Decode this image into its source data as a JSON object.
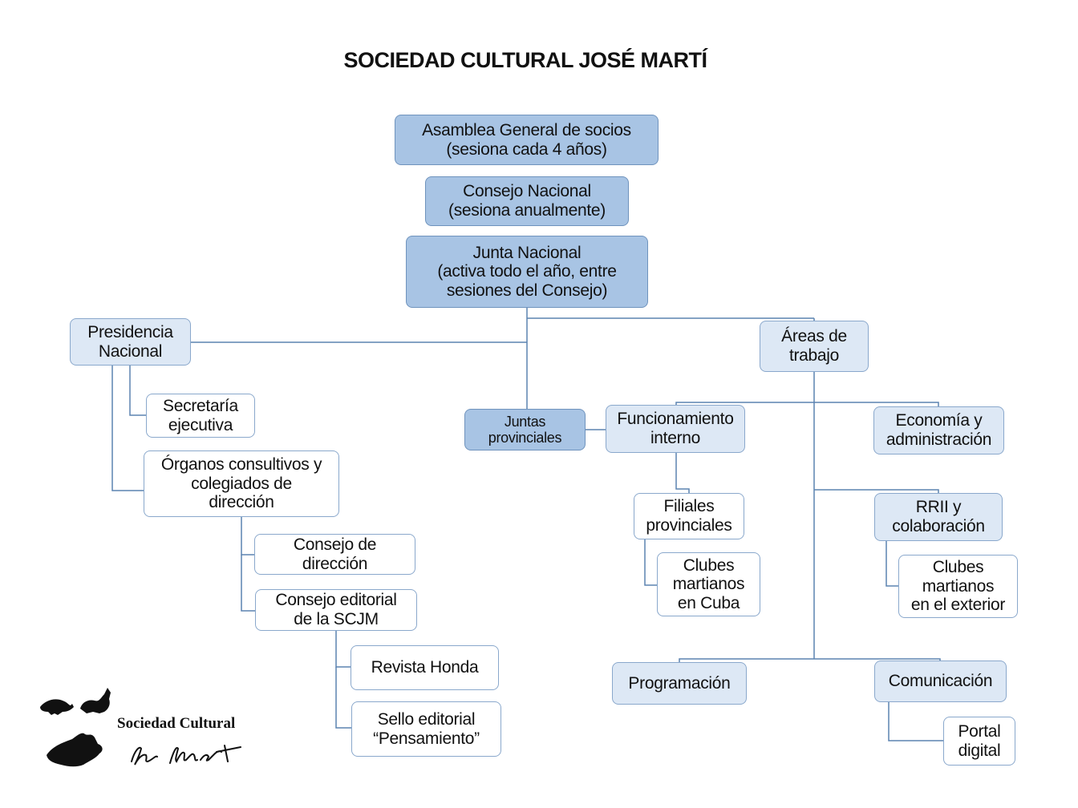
{
  "title": "SOCIEDAD CULTURAL JOSÉ MARTÍ",
  "nodes": {
    "asamblea": [
      "Asamblea General de socios",
      "(sesiona cada 4 años)"
    ],
    "consejo_nacional": [
      "Consejo Nacional",
      "(sesiona anualmente)"
    ],
    "junta_nacional": [
      "Junta Nacional",
      "(activa todo el año, entre",
      "sesiones del Consejo)"
    ],
    "presidencia": [
      "Presidencia",
      "Nacional"
    ],
    "secretaria": [
      "Secretaría",
      "ejecutiva"
    ],
    "organos": [
      "Órganos consultivos y",
      "colegiados de",
      "dirección"
    ],
    "consejo_direccion": [
      "Consejo de",
      "dirección"
    ],
    "consejo_editorial": [
      "Consejo editorial",
      "de la SCJM"
    ],
    "revista": [
      "Revista Honda"
    ],
    "sello": [
      "Sello editorial",
      "“Pensamiento”"
    ],
    "juntas_provinciales": [
      "Juntas",
      "provinciales"
    ],
    "areas": [
      "Áreas de",
      "trabajo"
    ],
    "funcionamiento": [
      "Funcionamiento",
      "interno"
    ],
    "economia": [
      "Economía y",
      "administración"
    ],
    "filiales": [
      "Filiales",
      "provinciales"
    ],
    "clubes_cuba": [
      "Clubes",
      "martianos",
      "en Cuba"
    ],
    "rrii": [
      "RRII y",
      "colaboración"
    ],
    "clubes_exterior": [
      "Clubes",
      "martianos",
      "en el exterior"
    ],
    "programacion": [
      "Programación"
    ],
    "comunicacion": [
      "Comunicación"
    ],
    "portal": [
      "Portal",
      "digital"
    ]
  },
  "logo": {
    "name": "Sociedad Cultural",
    "signature": "José Martí",
    "icon": "logo-animals-and-island"
  },
  "colors": {
    "dark_fill": "#a8c4e4",
    "light_fill": "#dde8f5",
    "line": "#5b83b1"
  }
}
